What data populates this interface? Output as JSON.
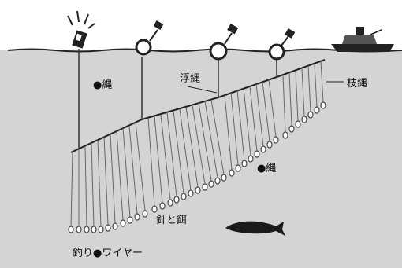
{
  "labels": {
    "rope_upper": "●縄",
    "float_line": "浮縄",
    "branch_line": "枝縄",
    "rope_lower": "●縄",
    "hook_bait": "針と餌",
    "fishing_wire": "釣り●ワイヤー"
  },
  "colors": {
    "sky": "#ffffff",
    "sea": "#d4d4d4",
    "line": "#333333",
    "ink": "#111111"
  },
  "icons": [
    "radio-buoy-icon",
    "flag-buoy-icon",
    "float-icon",
    "fishing-boat-icon",
    "hook-bait-icon",
    "fish-icon"
  ]
}
